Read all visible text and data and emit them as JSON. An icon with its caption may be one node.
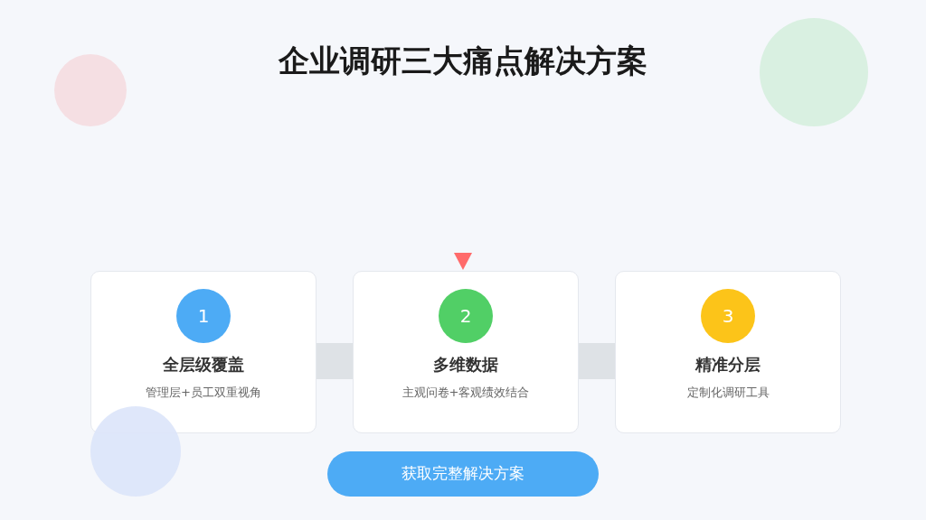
{
  "diagram": {
    "title": "企业调研三大痛点解决方案",
    "nodes": [
      {
        "text": [
          "全层级覆盖",
          "管理层+员工双重视角"
        ]
      },
      {
        "text": [
          "1"
        ],
        "in": 0
      },
      {
        "text": [
          "多维数据",
          "主观问卷+客观绩效结合"
        ]
      },
      {
        "text": [
          "2"
        ],
        "in": 2
      },
      {
        "text": [
          "精准分层",
          "定制化调研工具"
        ]
      },
      {
        "text": [
          "3"
        ],
        "in": 4
      },
      {
        "text": [
          "获取完整解决方案"
        ]
      }
    ],
    "edges": [
      {
        "from": 0,
        "to": 2,
        "arrow": "none"
      },
      {
        "from": 2,
        "to": 4,
        "arrow": "none"
      }
    ]
  }
}
